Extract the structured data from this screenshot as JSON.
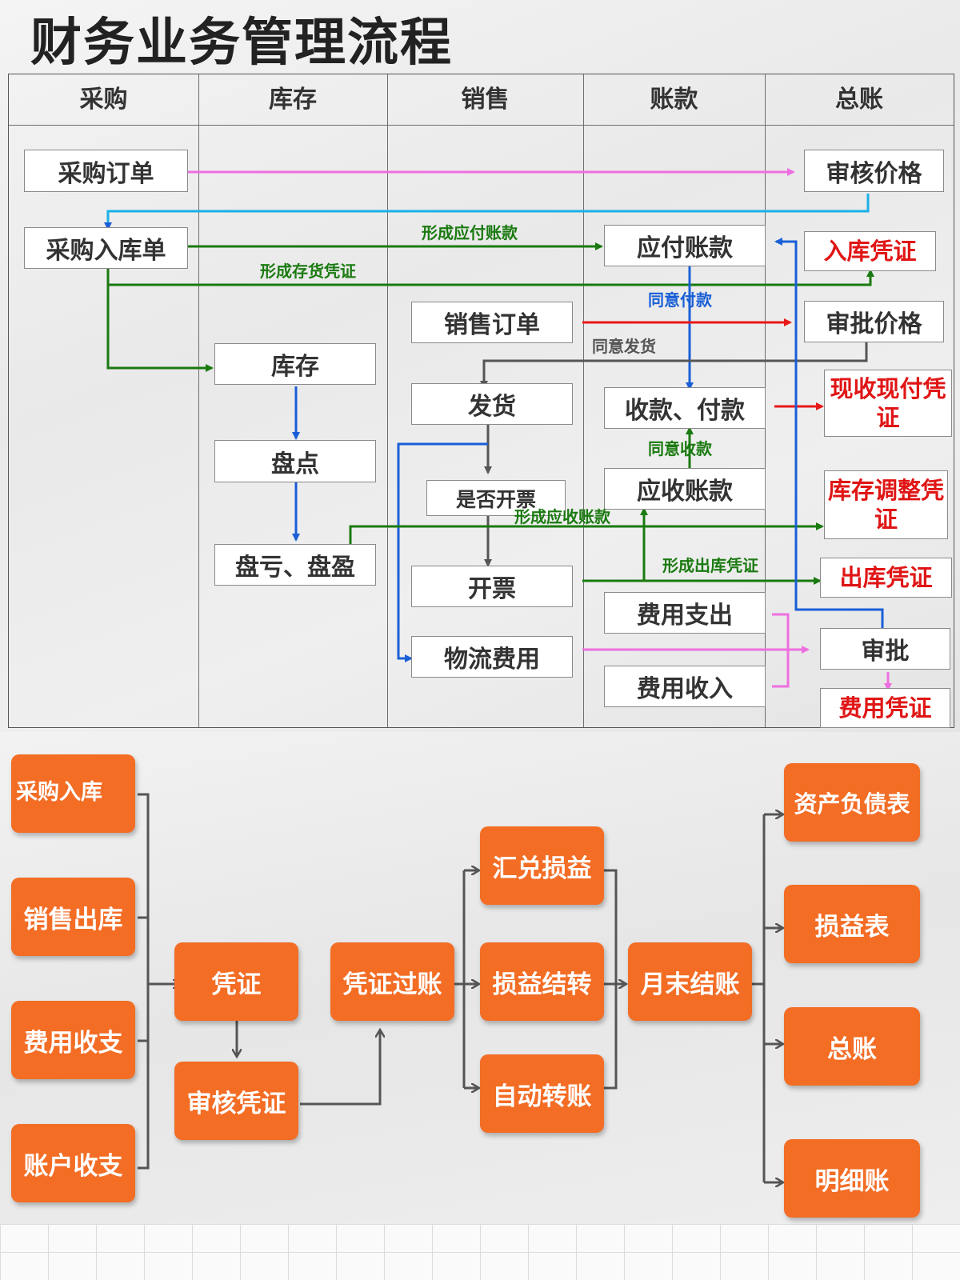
{
  "title": "财务业务管理流程",
  "lanes": [
    "采购",
    "库存",
    "销售",
    "账款",
    "总账"
  ],
  "nodes": {
    "purchase_order": "采购订单",
    "review_price": "审核价格",
    "purchase_receipt": "采购入库单",
    "payable": "应付账款",
    "inbound_voucher": "入库凭证",
    "sales_order": "销售订单",
    "approve_price": "审批价格",
    "inventory": "库存",
    "shipping": "发货",
    "receive_pay": "收款、付款",
    "cash_voucher": "现收现付凭证",
    "stocktake": "盘点",
    "invoice_q": "是否开票",
    "receivable": "应收账款",
    "inventory_adjust_voucher": "库存调整凭证",
    "loss_gain": "盘亏、盘盈",
    "invoice": "开票",
    "outbound_voucher": "出库凭证",
    "expense_out": "费用支出",
    "logistics": "物流费用",
    "approve": "审批",
    "expense_in": "费用收入",
    "expense_voucher": "费用凭证"
  },
  "edge_labels": {
    "form_payable": "形成应付账款",
    "form_inventory_voucher": "形成存货凭证",
    "agree_payment": "同意付款",
    "agree_shipping": "同意发货",
    "agree_collection": "同意收款",
    "form_receivable": "形成应收账款",
    "form_outbound_voucher": "形成出库凭证"
  },
  "colors": {
    "green": "#1a7a10",
    "blue": "#1a5fd6",
    "pink": "#ee6fe0",
    "red": "#e81818",
    "gray": "#555555",
    "orange": "#f36d25"
  },
  "flow": {
    "sources": [
      "采购入库",
      "销售出库",
      "费用收支",
      "账户收支"
    ],
    "voucher": "凭证",
    "review_voucher": "审核凭证",
    "posting": "凭证过账",
    "mid": [
      "汇兑损益",
      "损益结转",
      "自动转账"
    ],
    "month_end": "月末结账",
    "reports": [
      "资产负债表",
      "损益表",
      "总账",
      "明细账"
    ]
  }
}
